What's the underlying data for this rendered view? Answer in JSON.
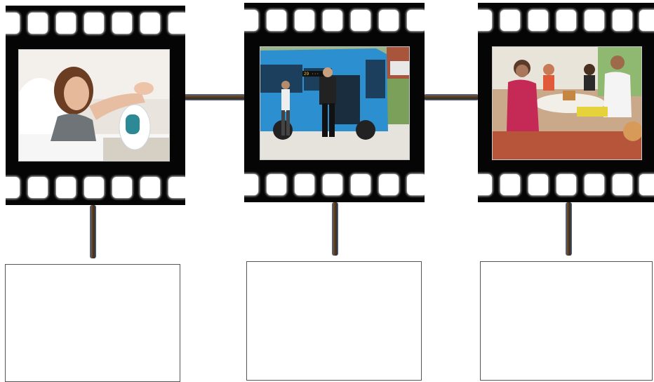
{
  "diagram": {
    "frames": [
      {
        "scene": "woman-waking-alarm-clock",
        "caption": ""
      },
      {
        "scene": "man-boarding-bus",
        "caption": ""
      },
      {
        "scene": "family-eating-outdoors",
        "caption": ""
      }
    ],
    "colors": {
      "film": "#050505",
      "connector": "#4a3520",
      "connector_edge": "#4a6a9a",
      "box_border": "#555555"
    }
  }
}
